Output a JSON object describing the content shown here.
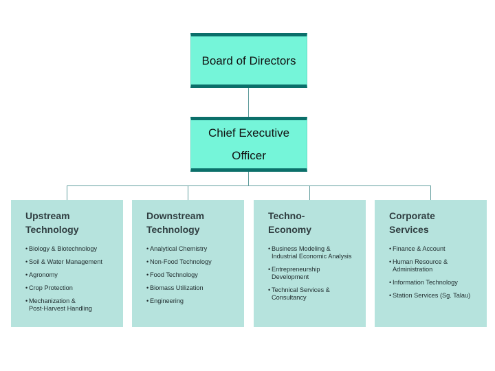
{
  "board": {
    "title": "Board of Directors"
  },
  "ceo": {
    "title": "Chief Executive Officer"
  },
  "divisions": [
    {
      "heading": "Upstream\nTechnology",
      "items": [
        "Biology & Biotechnology",
        "Soil & Water Management",
        "Agronomy",
        "Crop Protection",
        "Mechanization &\nPost-Harvest Handling"
      ]
    },
    {
      "heading": "Downstream\nTechnology",
      "items": [
        "Analytical Chemistry",
        "Non-Food Technology",
        "Food Technology",
        "Biomass Utilization",
        "Engineering"
      ]
    },
    {
      "heading": "Techno-\nEconomy",
      "items": [
        "Business Modeling &\nIndustrial Economic Analysis",
        "Entrepreneurship\nDevelopment",
        "Technical Services &\nConsultancy"
      ]
    },
    {
      "heading": "Corporate\nServices",
      "items": [
        "Finance & Account",
        "Human Resource &\nAdministration",
        "Information Technology",
        "Station Services (Sg. Talau)"
      ]
    }
  ],
  "colors": {
    "box_fill": "#75f5d9",
    "box_border": "#0b6f6a",
    "card_fill": "#b6e3dd",
    "connector": "#5f9c9c"
  }
}
